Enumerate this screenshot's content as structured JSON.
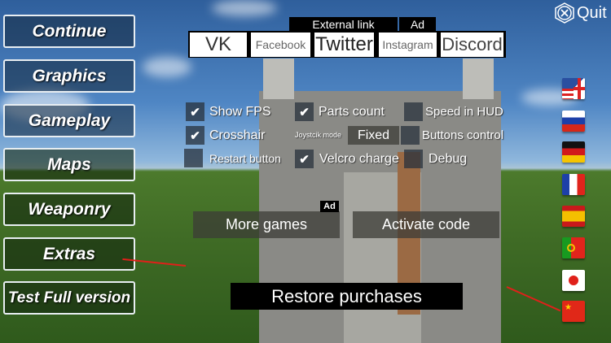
{
  "menu": {
    "items": [
      {
        "label": "Continue"
      },
      {
        "label": "Graphics"
      },
      {
        "label": "Gameplay"
      },
      {
        "label": "Maps"
      },
      {
        "label": "Weaponry"
      },
      {
        "label": "Extras"
      },
      {
        "label": "Test Full version"
      }
    ]
  },
  "links": {
    "header": "External link",
    "ad": "Ad",
    "items": [
      {
        "label": "VK"
      },
      {
        "label": "Facebook"
      },
      {
        "label": "Twitter"
      },
      {
        "label": "Instagram"
      },
      {
        "label": "Discord"
      }
    ]
  },
  "quit": {
    "label": "Quit",
    "icon": "close-hexagon-icon"
  },
  "settings": {
    "show_fps": {
      "label": "Show FPS",
      "checked": true
    },
    "parts_count": {
      "label": "Parts count",
      "checked": true
    },
    "speed_in_hud": {
      "label": "Speed in HUD",
      "checked": false
    },
    "crosshair": {
      "label": "Crosshair",
      "checked": true
    },
    "joystick_mode": {
      "label": "Joystcik mode",
      "value": "Fixed"
    },
    "buttons_control": {
      "label": "Buttons control",
      "checked": false
    },
    "restart_button": {
      "label": "Restart button",
      "checked": false
    },
    "velcro_charge": {
      "label": "Velcro charge",
      "checked": true
    },
    "debug": {
      "label": "Debug",
      "checked": false
    }
  },
  "actions": {
    "more_games": "More games",
    "more_games_ad": "Ad",
    "activate_code": "Activate code",
    "restore_purchases": "Restore purchases"
  },
  "languages": [
    "english",
    "russian",
    "german",
    "french",
    "spanish",
    "portuguese",
    "japanese",
    "chinese"
  ],
  "check_mark": "✔"
}
